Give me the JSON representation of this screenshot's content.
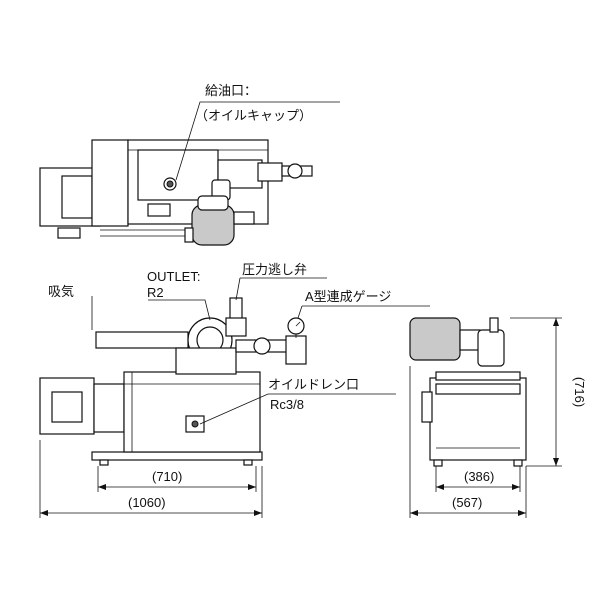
{
  "labels": {
    "oil_inlet_line1": "給油口：",
    "oil_inlet_line2": "（オイルキャップ）",
    "outlet_line1": "OUTLET:",
    "outlet_line2": "R2",
    "relief_valve": "圧力逃し弁",
    "intake": "吸気",
    "compound_gauge": "A型連成ゲージ",
    "drain_line1": "オイルドレン口",
    "drain_line2": "Rc3/8"
  },
  "dimensions": {
    "front_inner_width": "(710)",
    "front_total_width": "(1060)",
    "side_inner_width": "(386)",
    "side_total_width": "(567)",
    "side_height": "(716)"
  }
}
